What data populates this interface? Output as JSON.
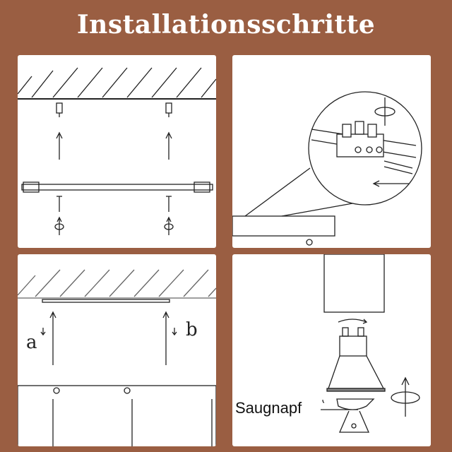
{
  "title": "Installationsschritte",
  "step3": {
    "label_a": "a",
    "label_b": "b"
  },
  "step4": {
    "suction_cup_label": "Saugnapf"
  }
}
